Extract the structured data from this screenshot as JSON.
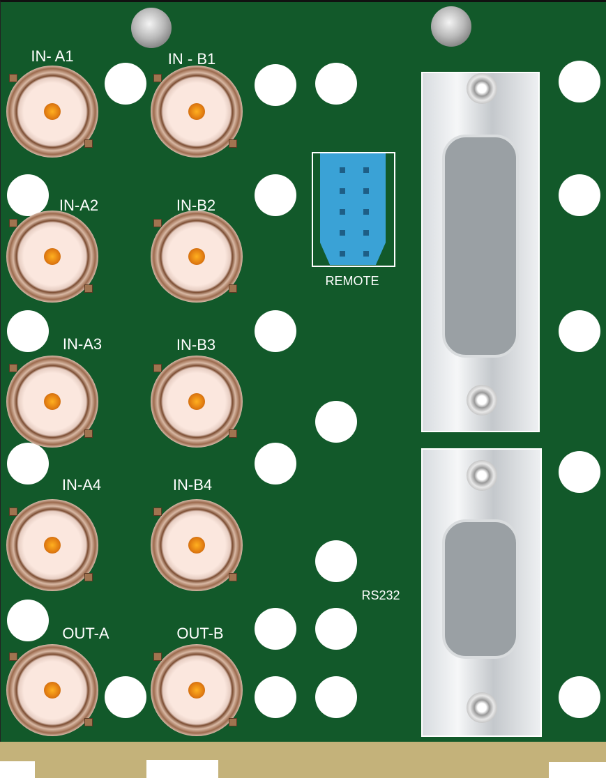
{
  "bnc_labels": {
    "in_a1": "IN- A1",
    "in_b1": "IN - B1",
    "in_a2": "IN-A2",
    "in_b2": "IN-B2",
    "in_a3": "IN-A3",
    "in_b3": "IN-B3",
    "in_a4": "IN-A4",
    "in_b4": "IN-B4",
    "out_a": "OUT-A",
    "out_b": "OUT-B"
  },
  "remote_label": "REMOTE",
  "rs232_label": "RS232",
  "colors": {
    "pcb": "#12592a",
    "base": "#c4b27a",
    "remote": "#3aa2d6"
  }
}
